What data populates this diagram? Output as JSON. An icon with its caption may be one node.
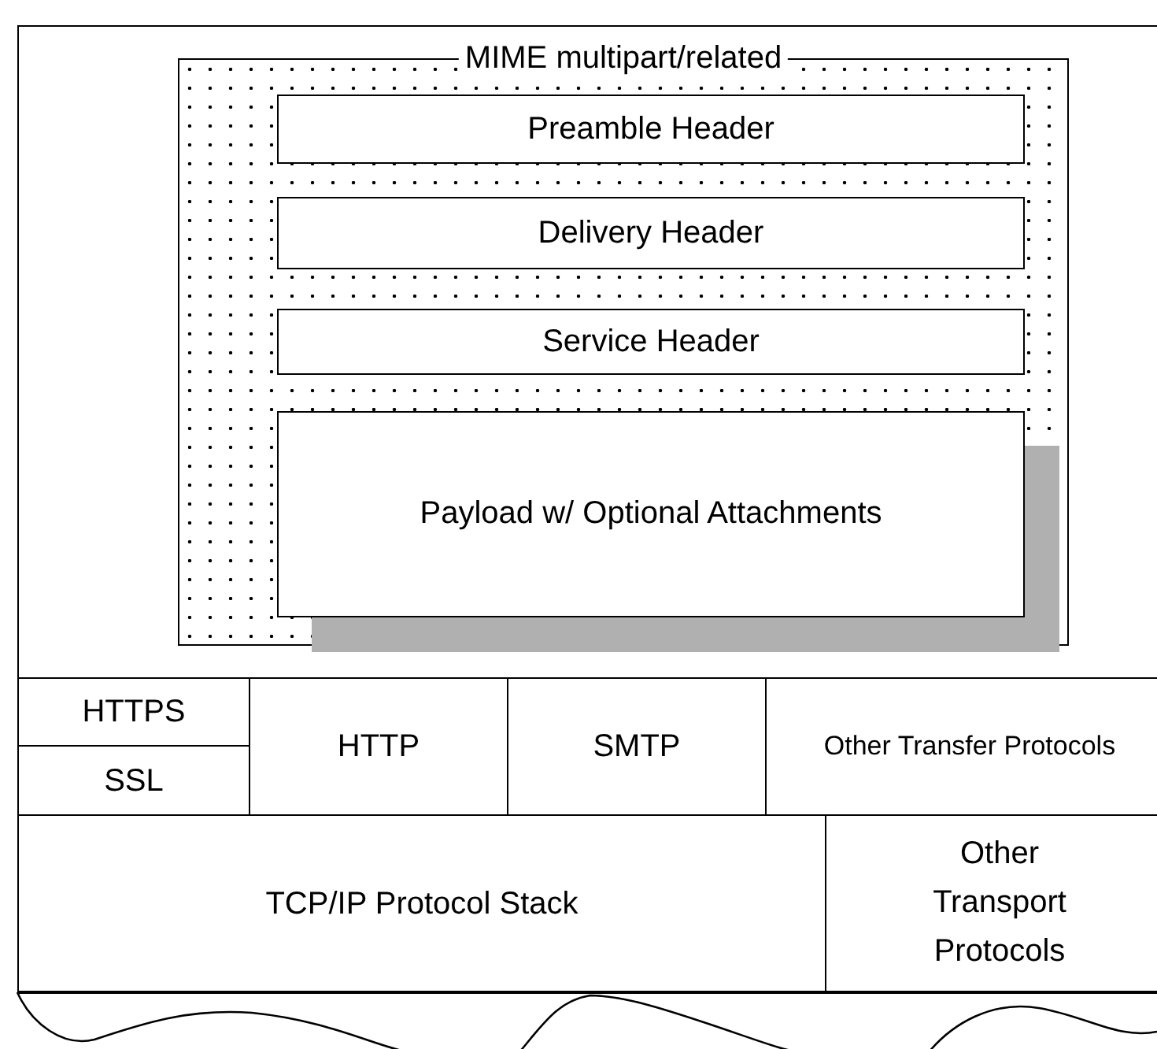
{
  "diagram": {
    "nodes": [
      {
        "text": [
          "MIME multipart/related"
        ]
      },
      {
        "text": [
          "Preamble Header"
        ],
        "in": 0
      },
      {
        "text": [
          "Delivery Header"
        ],
        "in": 0
      },
      {
        "text": [
          "Service Header"
        ],
        "in": 0
      },
      {
        "text": [
          "Payload w/ Optional Attachments"
        ],
        "in": 0
      },
      {
        "text": [
          "HTTPS"
        ]
      },
      {
        "text": [
          "SSL"
        ]
      },
      {
        "text": [
          "HTTP"
        ]
      },
      {
        "text": [
          "SMTP"
        ]
      },
      {
        "text": [
          "Other Transfer Protocols"
        ]
      },
      {
        "text": [
          "TCP/IP Protocol Stack"
        ]
      },
      {
        "text": [
          "Other Transport Protocols"
        ]
      }
    ]
  }
}
